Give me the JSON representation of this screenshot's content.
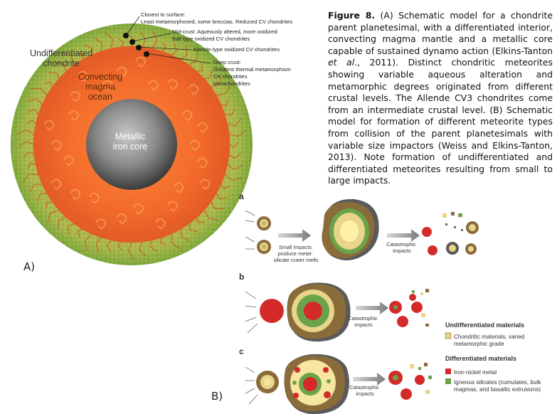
{
  "caption": {
    "label": "Figure 8.",
    "text_part1": " (A) Schematic model for a chondrite parent planetesimal, with a differentiated interior, convecting magma mantle and a metallic core capable of sustained dynamo action (Elkins-Tanton ",
    "italic": "et al",
    "text_part2": "., 2011). Distinct chondritic meteorites showing variable aqueous alteration and metamorphic degrees originated from different crustal levels. The Allende CV3 chondrites come from an intermediate crustal level. (B) Schematic model for formation of different meteorite types from collision of the parent planetesimals with variable size impactors (Weiss and Elkins-Tanton, 2013). Note formation of undifferentiated and differentiated meteorites resulting from small to large impacts."
  },
  "panelA": {
    "label": "A)",
    "layers": {
      "crust": "Undifferentiated chondrite",
      "mantle": "Convecting magma ocean",
      "core": "Metallic iron core"
    },
    "annotations": [
      {
        "title": "Closest to surface:",
        "desc": "Least metamorphosed, some breccias. Reduced CV chondrites"
      },
      {
        "title": "Mid-crust: Aqueously altered, more oxidized:",
        "desc": "Bali-type oxidized CV chondrites"
      },
      {
        "title": "Allende-type oxidized CV chondrites",
        "desc": ""
      },
      {
        "title": "Deep crust:",
        "desc": "Greatest thermal metamorphism",
        "extra": [
          "CK chondrites",
          "Metachondrites"
        ]
      }
    ]
  },
  "panelB": {
    "label": "B)",
    "rows": [
      {
        "id": "a",
        "impact_label_1": "Small impacts",
        "impact_label_2": "produce metal-",
        "impact_label_3": "silicate crater melts",
        "cat_label_1": "Catastrophic",
        "cat_label_2": "impacts"
      },
      {
        "id": "b",
        "cat_label_1": "Catastrophic",
        "cat_label_2": "impacts"
      },
      {
        "id": "c",
        "cat_label_1": "Catastrophic",
        "cat_label_2": "impacts"
      }
    ],
    "legend": {
      "undiff_title": "Undifferentiated materials",
      "undiff_item_1": "Chondritic materials, varied",
      "undiff_item_2": "metamorphic grade",
      "diff_title": "Differentiated materials",
      "diff_item_1": "Iron-nickel metal",
      "diff_item_2_1": "Igneous silicates (cumulates, bulk",
      "diff_item_2_2": "magmas, and basaltic extrusions)"
    },
    "colors": {
      "chondrite": "#e8d48a",
      "metal": "#d42a2a",
      "silicate": "#6aa34a",
      "shell": "#8a6b3a"
    }
  }
}
